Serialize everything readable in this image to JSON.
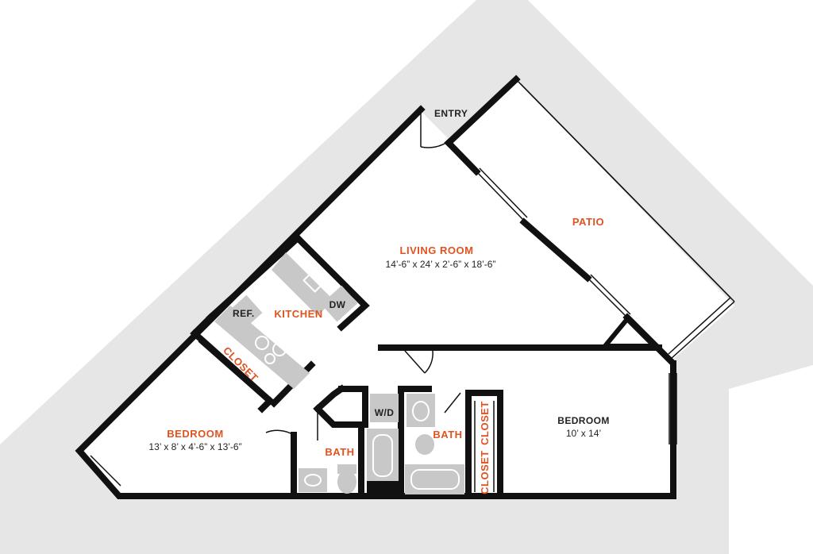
{
  "colors": {
    "background": "#ffffff",
    "surround": "#e6e6e6",
    "wall": "#111111",
    "fixture": "#c8c8c8",
    "room_label": "#e0531f",
    "text": "#231f20"
  },
  "rooms": {
    "living_room": {
      "name": "LIVING ROOM",
      "dimensions": "14’-6” x 24’ x 2’-6” x 18’-6”"
    },
    "patio": {
      "name": "PATIO"
    },
    "kitchen": {
      "name": "KITCHEN"
    },
    "bedroom_1": {
      "name": "BEDROOM",
      "dimensions": "13’ x 8’ x 4’-6” x 13’-6”"
    },
    "bedroom_2": {
      "name": "BEDROOM",
      "dimensions": "10’ x 14’"
    },
    "bath_1": {
      "name": "BATH"
    },
    "bath_2": {
      "name": "BATH"
    },
    "closet_1": {
      "name": "CLOSET"
    },
    "closet_2": {
      "name": "CLOSET"
    },
    "closet_3": {
      "name": "CLOSET"
    }
  },
  "fixtures": {
    "entry": "ENTRY",
    "refrigerator": "REF.",
    "dishwasher": "DW",
    "washer_dryer": "W/D"
  }
}
